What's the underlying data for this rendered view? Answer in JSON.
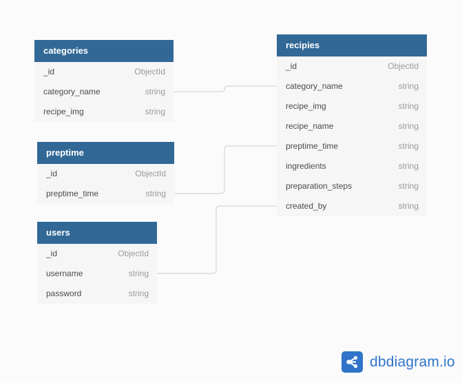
{
  "tables": [
    {
      "id": "categories",
      "name": "categories",
      "fields": [
        {
          "name": "_id",
          "type": "ObjectId"
        },
        {
          "name": "category_name",
          "type": "string"
        },
        {
          "name": "recipe_img",
          "type": "string"
        }
      ]
    },
    {
      "id": "preptime",
      "name": "preptime",
      "fields": [
        {
          "name": "_id",
          "type": "ObjectId"
        },
        {
          "name": "preptime_time",
          "type": "string"
        }
      ]
    },
    {
      "id": "users",
      "name": "users",
      "fields": [
        {
          "name": "_id",
          "type": "ObjectId"
        },
        {
          "name": "username",
          "type": "string"
        },
        {
          "name": "password",
          "type": "string"
        }
      ]
    },
    {
      "id": "recipies",
      "name": "recipies",
      "fields": [
        {
          "name": "_id",
          "type": "ObjectId"
        },
        {
          "name": "category_name",
          "type": "string"
        },
        {
          "name": "recipe_img",
          "type": "string"
        },
        {
          "name": "recipe_name",
          "type": "string"
        },
        {
          "name": "preptime_time",
          "type": "string"
        },
        {
          "name": "ingredients",
          "type": "string"
        },
        {
          "name": "preparation_steps",
          "type": "string"
        },
        {
          "name": "created_by",
          "type": "string"
        }
      ]
    }
  ],
  "relationships": [
    {
      "from": "categories.category_name",
      "to": "recipies.category_name"
    },
    {
      "from": "preptime.preptime_time",
      "to": "recipies.preptime_time"
    },
    {
      "from": "users.username",
      "to": "recipies.created_by"
    }
  ],
  "branding": {
    "logo_text": "dbdiagram.io",
    "logo_icon": "share-nodes-icon",
    "accent_color": "#2f74c8"
  },
  "colors": {
    "header_bg": "#316896",
    "row_bg": "#f6f6f6",
    "link_color": "#c8cdd3"
  }
}
